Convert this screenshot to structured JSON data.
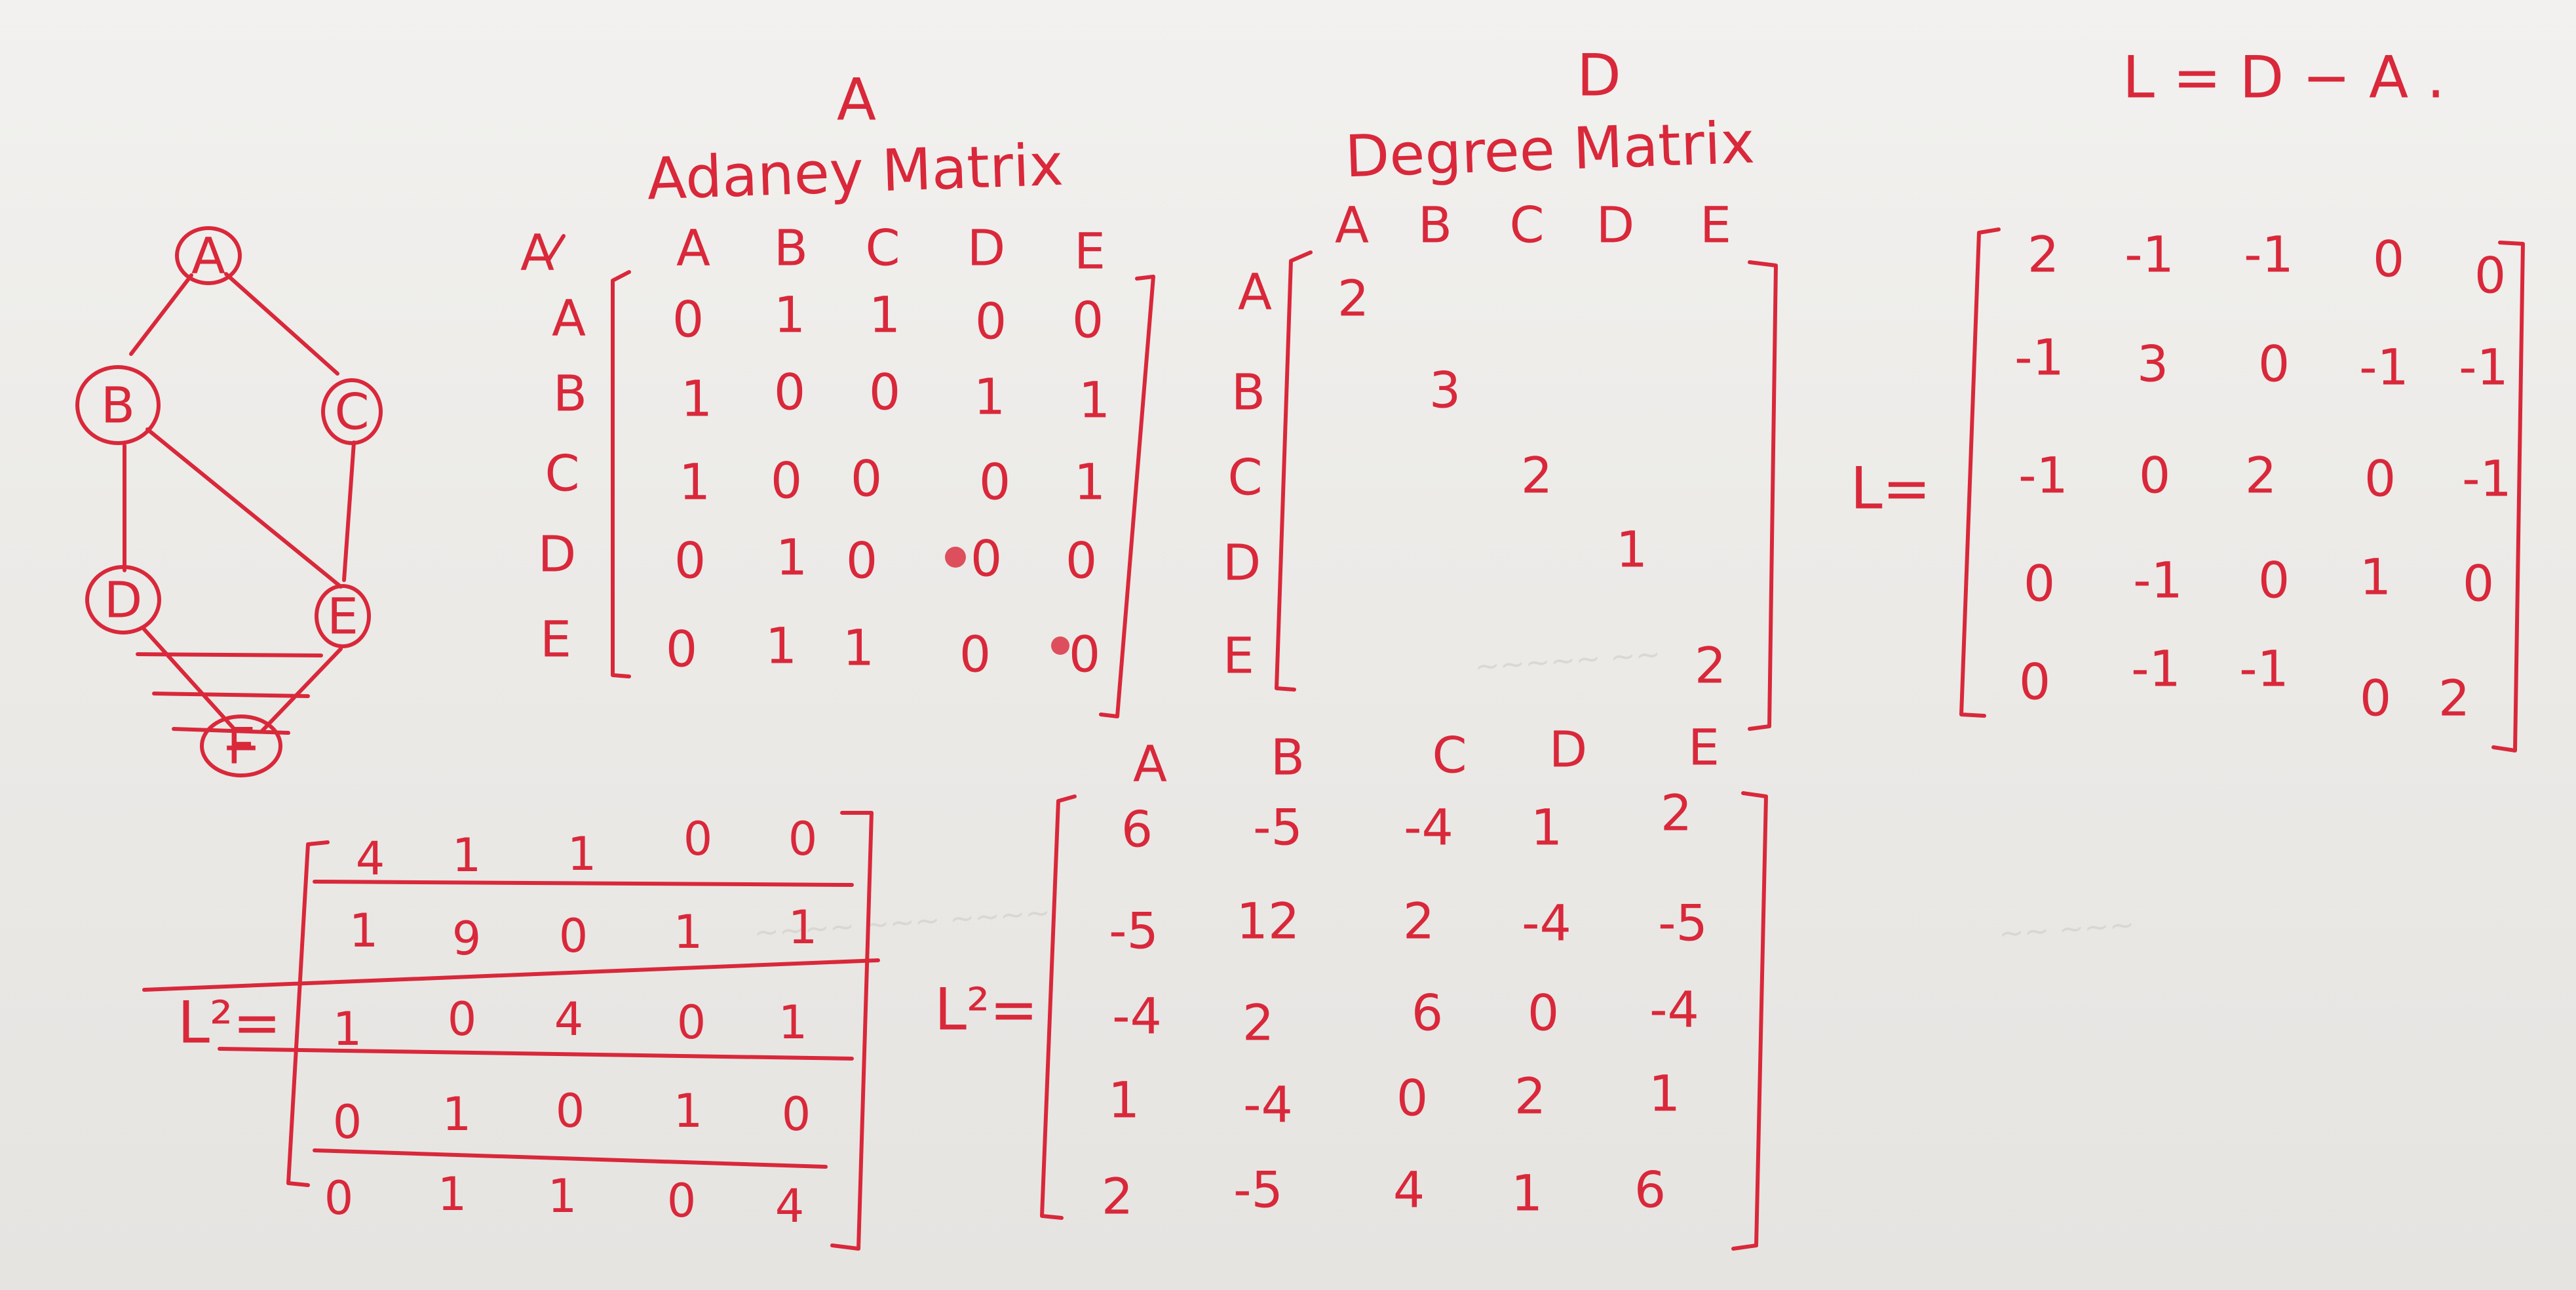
{
  "headers": {
    "adj_letter": "A",
    "adj_title": "Adaney Matrix",
    "deg_letter": "D",
    "deg_title": "Degree Matrix",
    "formula": "L = D − A ."
  },
  "graph": {
    "nodes": [
      "A",
      "B",
      "C",
      "D",
      "E",
      "F"
    ]
  },
  "adjacency": {
    "corner": "A",
    "cols": [
      "A",
      "B",
      "C",
      "D",
      "E"
    ],
    "rows": [
      {
        "label": "A",
        "v": [
          "0",
          "1",
          "1",
          "0",
          "0"
        ]
      },
      {
        "label": "B",
        "v": [
          "1",
          "0",
          "0",
          "1",
          "1"
        ]
      },
      {
        "label": "C",
        "v": [
          "1",
          "0",
          "0",
          "0",
          "1"
        ]
      },
      {
        "label": "D",
        "v": [
          "0",
          "1",
          "0",
          "0",
          "0"
        ]
      },
      {
        "label": "E",
        "v": [
          "0",
          "1",
          "1",
          "0",
          "0"
        ]
      }
    ]
  },
  "degree": {
    "cols": [
      "A",
      "B",
      "C",
      "D",
      "E"
    ],
    "rows": [
      "A",
      "B",
      "C",
      "D",
      "E"
    ],
    "diag": [
      "2",
      "3",
      "2",
      "1",
      "2"
    ]
  },
  "laplacian": {
    "label": "L=",
    "rows": [
      [
        "2",
        "-1",
        "-1",
        "0",
        "0"
      ],
      [
        "-1",
        "3",
        "0",
        "-1",
        "-1"
      ],
      [
        "-1",
        "0",
        "2",
        "0",
        "-1"
      ],
      [
        "0",
        "-1",
        "0",
        "1",
        "0"
      ],
      [
        "0",
        "-1",
        "-1",
        "0",
        "2"
      ]
    ]
  },
  "crossed": {
    "label": "L²=",
    "rows": [
      [
        "4",
        "1",
        "1",
        "0",
        "0"
      ],
      [
        "1",
        "9",
        "0",
        "1",
        "1"
      ],
      [
        "1",
        "0",
        "4",
        "0",
        "1"
      ],
      [
        "0",
        "1",
        "0",
        "1",
        "0"
      ],
      [
        "0",
        "1",
        "1",
        "0",
        "4"
      ]
    ]
  },
  "lsquared": {
    "label": "L²=",
    "cols": [
      "A",
      "B",
      "C",
      "D",
      "E"
    ],
    "rows": [
      [
        "6",
        "-5",
        "-4",
        "1",
        "2"
      ],
      [
        "-5",
        "12",
        "2",
        "-4",
        "-5"
      ],
      [
        "-4",
        "2",
        "6",
        "0",
        "-4"
      ],
      [
        "1",
        "-4",
        "0",
        "2",
        "1"
      ],
      [
        "2",
        "-5",
        "4",
        "1",
        "6"
      ]
    ]
  },
  "ink_color": "#d9283a"
}
